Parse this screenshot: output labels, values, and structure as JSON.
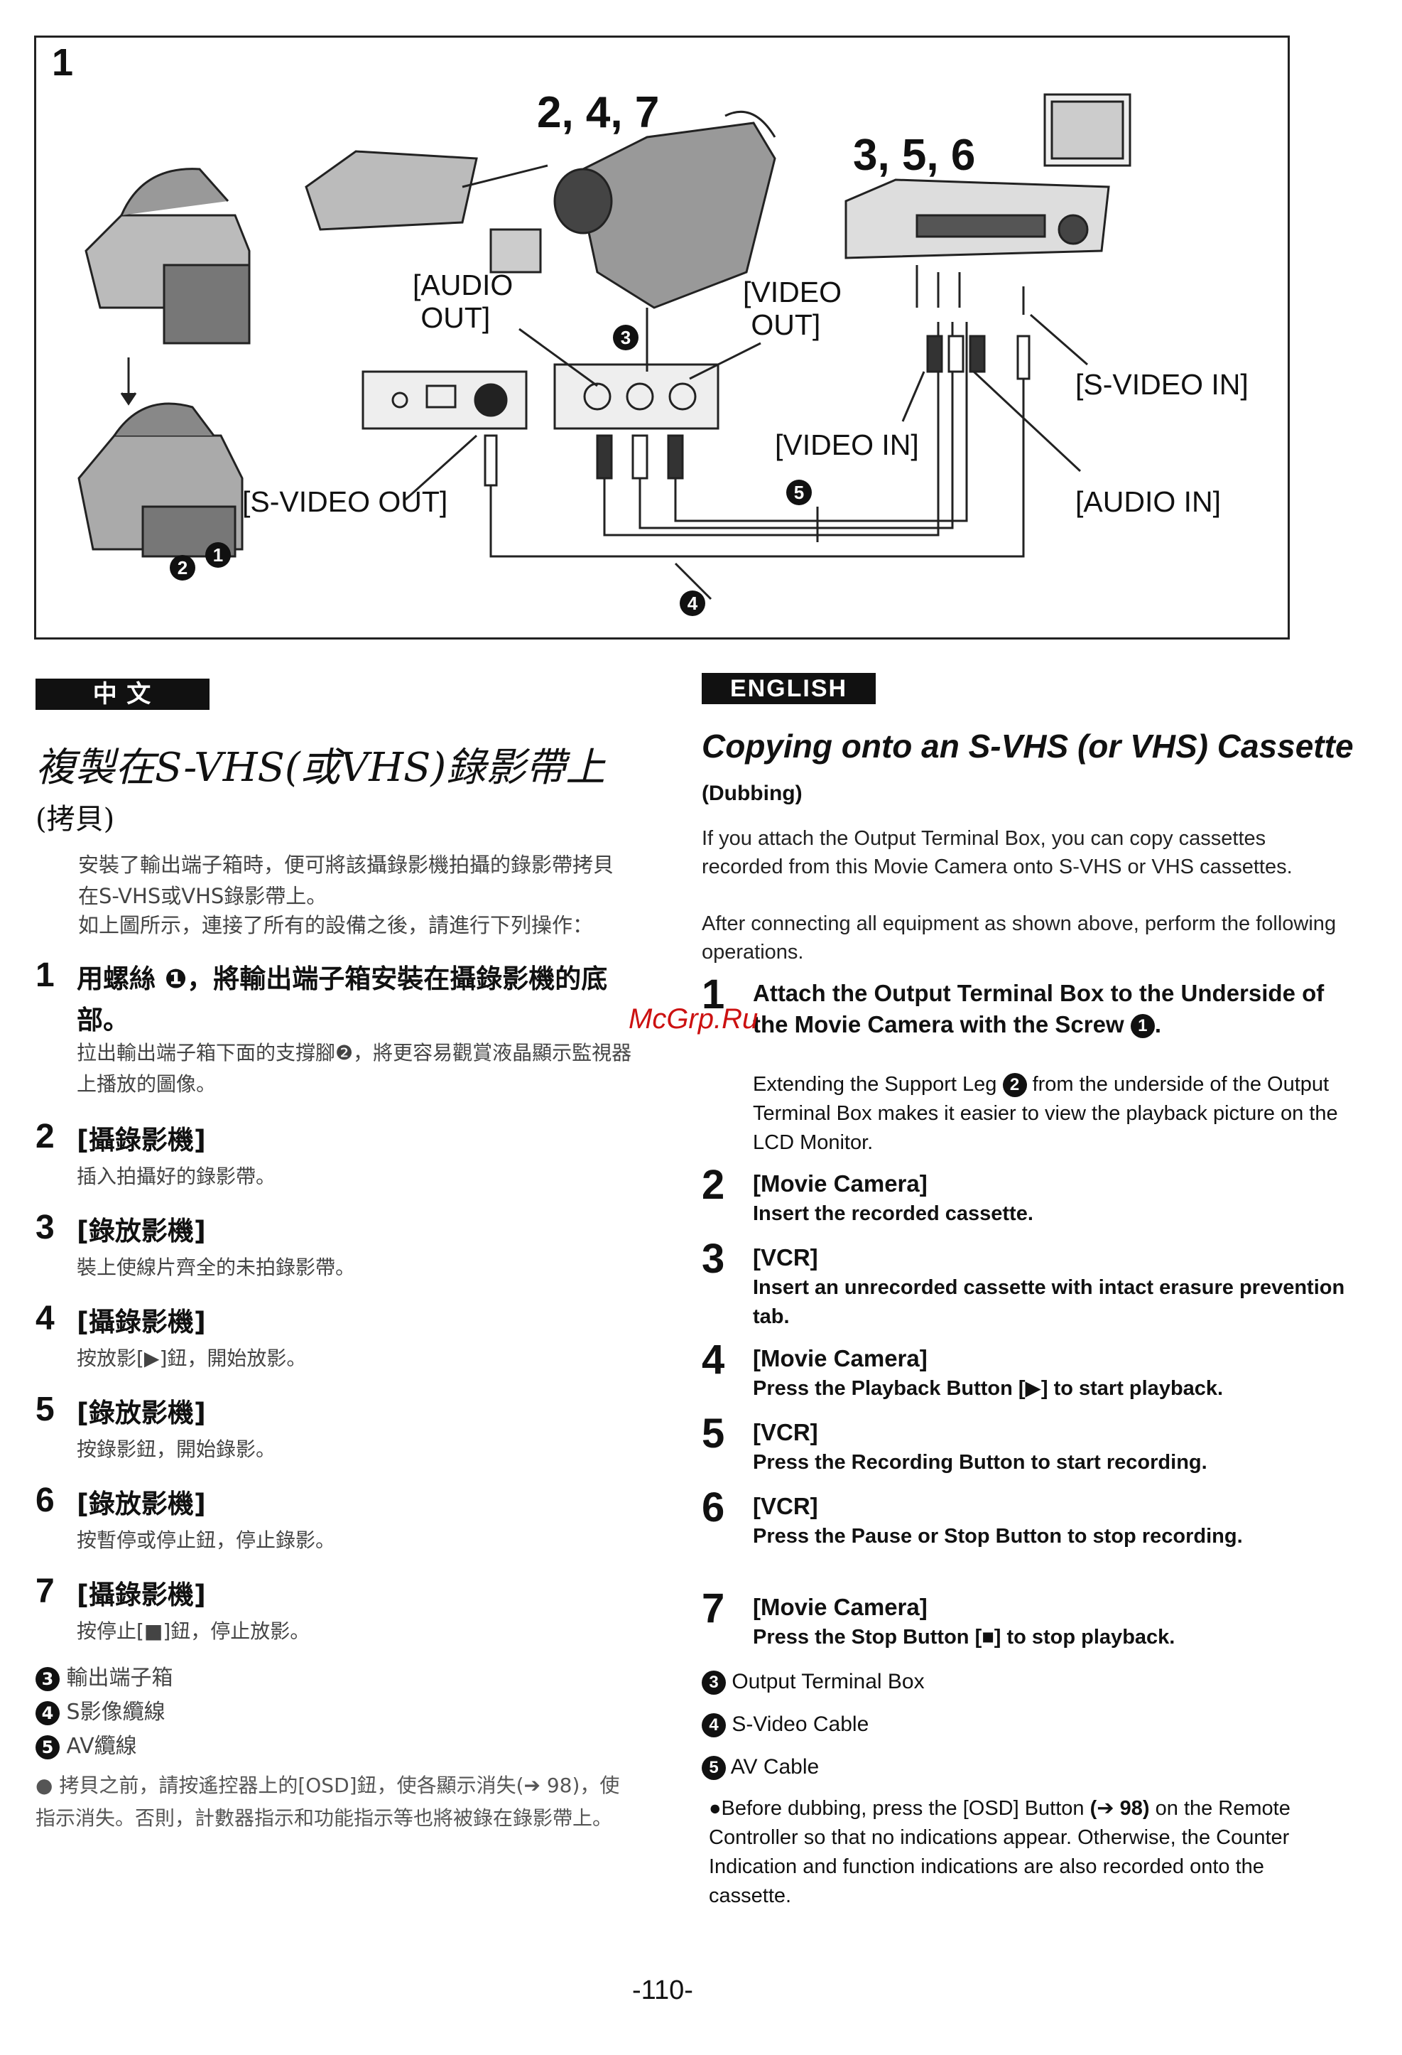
{
  "diagram": {
    "panel_num": "1",
    "group_camera": "2, 4, 7",
    "group_vcr": "3, 5, 6",
    "audio_out": "[AUDIO\n OUT]",
    "video_out": "[VIDEO\n OUT]",
    "svideo_in": "[S-VIDEO IN]",
    "video_in": "[VIDEO IN]",
    "audio_in": "[AUDIO IN]",
    "svideo_out": "[S-VIDEO OUT]",
    "m1": "1",
    "m2": "2",
    "m3": "3",
    "m4": "4",
    "m5": "5"
  },
  "zh": {
    "header": "中 文",
    "title": "複製在S-VHS(或VHS)錄影帶上",
    "subtitle": "(拷貝)",
    "intro1": "安裝了輸出端子箱時，便可將該攝錄影機拍攝的錄影帶拷貝在S-VHS或VHS錄影帶上。",
    "intro2": "如上圖所示，連接了所有的設備之後，請進行下列操作：",
    "steps": [
      {
        "num": "1",
        "head": "用螺絲 ❶，將輸出端子箱安裝在攝錄影機的底部。",
        "body": "拉出輸出端子箱下面的支撐腳❷，將更容易觀賞液晶顯示監視器上播放的圖像。"
      },
      {
        "num": "2",
        "head": "[攝錄影機]",
        "body": "插入拍攝好的錄影帶。"
      },
      {
        "num": "3",
        "head": "[錄放影機]",
        "body": "裝上使線片齊全的未拍錄影帶。"
      },
      {
        "num": "4",
        "head": "[攝錄影機]",
        "body": "按放影[▶]鈕，開始放影。"
      },
      {
        "num": "5",
        "head": "[錄放影機]",
        "body": "按錄影鈕，開始錄影。"
      },
      {
        "num": "6",
        "head": "[錄放影機]",
        "body": "按暫停或停止鈕，停止錄影。"
      },
      {
        "num": "7",
        "head": "[攝錄影機]",
        "body": "按停止[■]鈕，停止放影。"
      }
    ],
    "legend": [
      {
        "mark": "3",
        "text": "輸出端子箱"
      },
      {
        "mark": "4",
        "text": "S影像纜線"
      },
      {
        "mark": "5",
        "text": "AV纜線"
      }
    ],
    "note": "拷貝之前，請按遙控器上的[OSD]鈕，使各顯示消失(➔ 98)，使指示消失。否則，計數器指示和功能指示等也將被錄在錄影帶上。"
  },
  "en": {
    "header": "ENGLISH",
    "title": "Copying onto an S-VHS (or VHS) Cassette",
    "title_small": "(Dubbing)",
    "intro": "If you attach the Output Terminal Box, you can copy cassettes recorded from this Movie Camera onto S-VHS or VHS cassettes.",
    "intro2": "After connecting all equipment as shown above, perform the following operations.",
    "step1": {
      "num": "1",
      "head_a": "Attach the Output Terminal Box to the Underside of the Movie Camera with the Screw",
      "head_mark": "1",
      "body_a": "Extending the Support Leg",
      "body_mark": "2",
      "body_b": "from the underside of the Output Terminal Box makes it easier to view the playback picture on the LCD Monitor."
    },
    "steps": [
      {
        "num": "2",
        "head": "[Movie Camera]",
        "body": "Insert the recorded cassette."
      },
      {
        "num": "3",
        "head": "[VCR]",
        "body": "Insert an unrecorded cassette with intact erasure prevention tab."
      },
      {
        "num": "4",
        "head": "[Movie Camera]",
        "body": "Press the Playback Button [▶] to start playback."
      },
      {
        "num": "5",
        "head": "[VCR]",
        "body": "Press the Recording Button to start recording."
      },
      {
        "num": "6",
        "head": "[VCR]",
        "body": "Press the Pause or Stop Button to stop recording."
      },
      {
        "num": "7",
        "head": "[Movie Camera]",
        "body": "Press the Stop Button [■] to stop playback."
      }
    ],
    "legend": [
      {
        "mark": "3",
        "text": "Output Terminal Box"
      },
      {
        "mark": "4",
        "text": "S-Video Cable"
      },
      {
        "mark": "5",
        "text": "AV Cable"
      }
    ],
    "note_a": "Before dubbing, press the [OSD] Button",
    "note_ref": "(➔ 98)",
    "note_b": "on the Remote Controller so that no indications appear. Otherwise, the Counter Indication and function indications are also recorded onto the cassette."
  },
  "watermark": "McGrp.Ru",
  "page_number": "-110-"
}
